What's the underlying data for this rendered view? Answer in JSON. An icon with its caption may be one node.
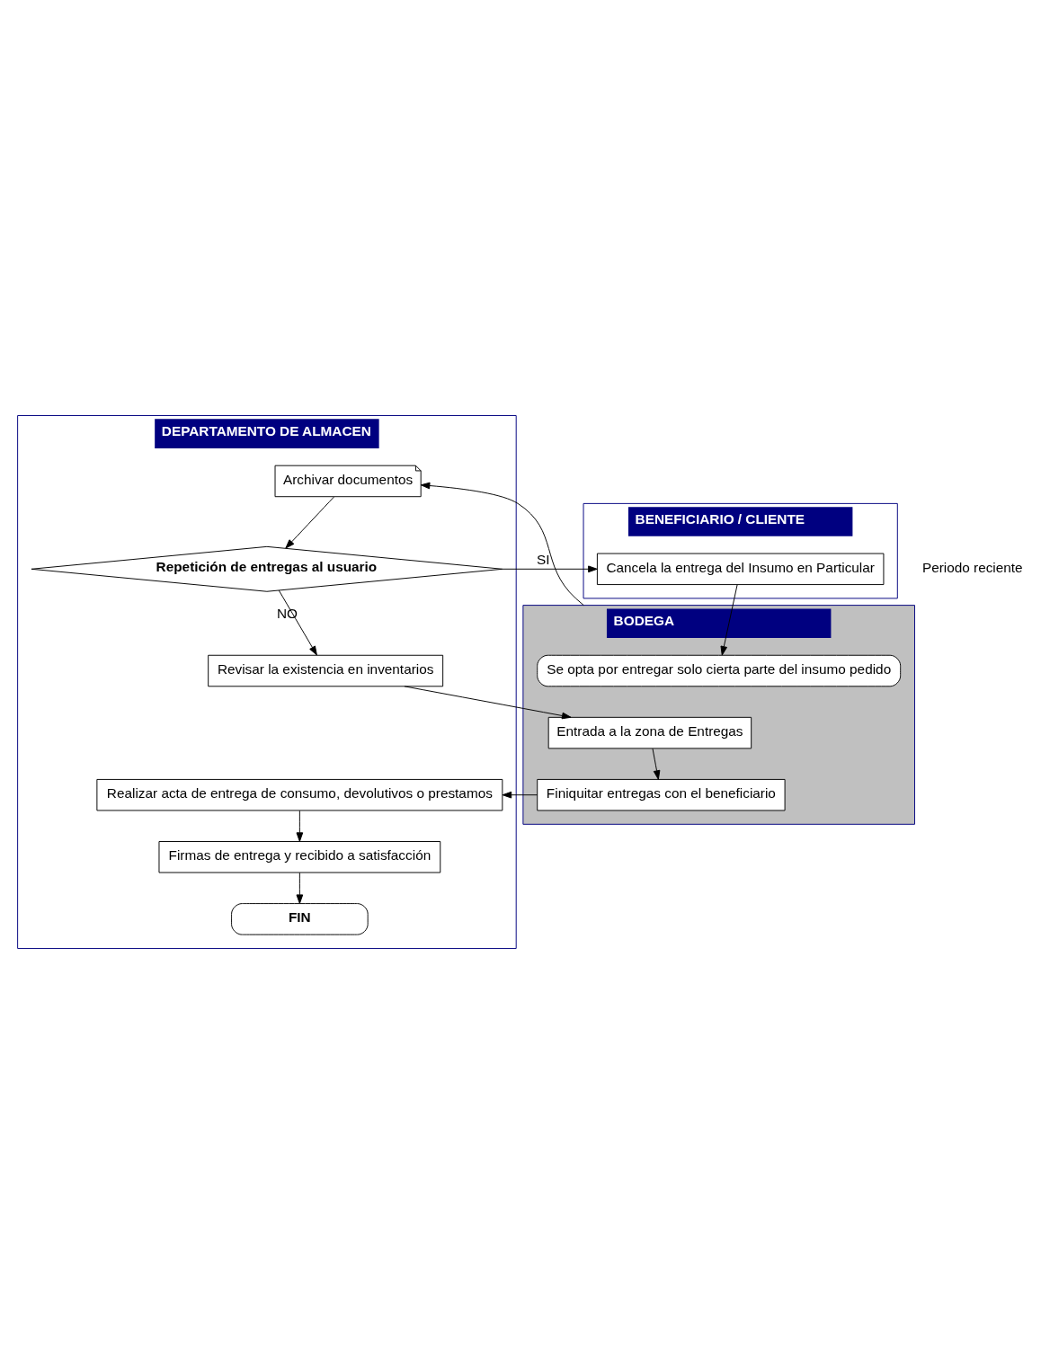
{
  "diagram": {
    "nodes": [
      {
        "text": [
          "DEPARTAMENTO DE ALMACEN"
        ]
      },
      {
        "text": [
          "BODEGA"
        ]
      },
      {
        "text": [
          "BENEFICIARIO / CLIENTE"
        ]
      },
      {
        "text": [
          "Archivar documentos"
        ],
        "in": 0
      },
      {
        "text": [
          "Repetición de entregas al usuario"
        ],
        "in": 0
      },
      {
        "text": [
          "Cancela la entrega del Insumo en Particular"
        ],
        "in": 2
      },
      {
        "text": [
          "Se opta por entregar solo cierta parte del insumo pedido"
        ],
        "in": 1
      },
      {
        "text": [
          "Revisar la existencia en inventarios"
        ],
        "in": 0
      },
      {
        "text": [
          "Entrada a la zona de Entregas"
        ],
        "in": 1
      },
      {
        "text": [
          "Finiquitar entregas con el beneficiario"
        ],
        "in": 1
      },
      {
        "text": [
          "Realizar acta de entrega de consumo, devolutivos o prestamos"
        ],
        "in": 0
      },
      {
        "text": [
          "Firmas de entrega y recibido a satisfacción"
        ],
        "in": 0
      },
      {
        "text": [
          "FIN"
        ],
        "in": 0
      }
    ],
    "edges": [
      {
        "from": 1,
        "to": 3,
        "arrow": "to"
      },
      {
        "from": 3,
        "to": 4,
        "arrow": "to"
      },
      {
        "from": 4,
        "to": 5,
        "arrow": "to",
        "label": "SI"
      },
      {
        "from": 4,
        "to": 7,
        "arrow": "to",
        "label": "NO"
      },
      {
        "from": 5,
        "to": 6,
        "arrow": "to"
      },
      {
        "from": 7,
        "to": 8,
        "arrow": "to"
      },
      {
        "from": 8,
        "to": 9,
        "arrow": "to"
      },
      {
        "from": 9,
        "to": 10,
        "arrow": "to"
      },
      {
        "from": 10,
        "to": 11,
        "arrow": "to"
      },
      {
        "from": 11,
        "to": 12,
        "arrow": "to"
      }
    ],
    "labels": [
      "Periodo reciente"
    ]
  }
}
